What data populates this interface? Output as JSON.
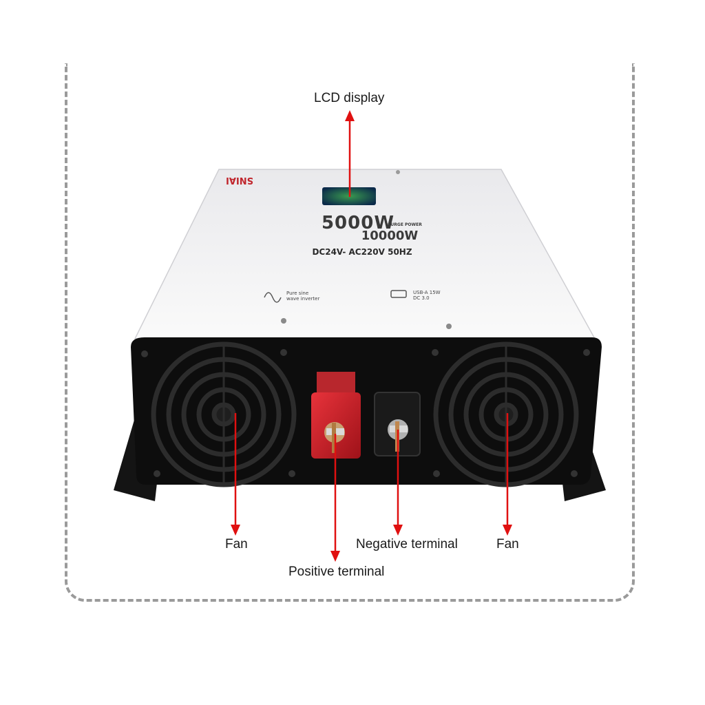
{
  "device": {
    "brand": "SNIAI",
    "power_main": "5000W",
    "power_sub": "10000W",
    "power_caption": "SURGE POWER",
    "voltage": "DC24V- AC220V 50HZ",
    "feature_left_line1": "Pure sine",
    "feature_left_line2": "wave inverter",
    "feature_right_line1": "USB-A 15W",
    "feature_right_line2": "DC 3.0"
  },
  "callouts": {
    "lcd": "LCD display",
    "fan_left": "Fan",
    "fan_right": "Fan",
    "negative": "Negative terminal",
    "positive": "Positive terminal"
  },
  "colors": {
    "arrow": "#e01010",
    "body_top": "#f2f2f4",
    "front_panel": "#111111",
    "positive_terminal": "#d8262e"
  }
}
